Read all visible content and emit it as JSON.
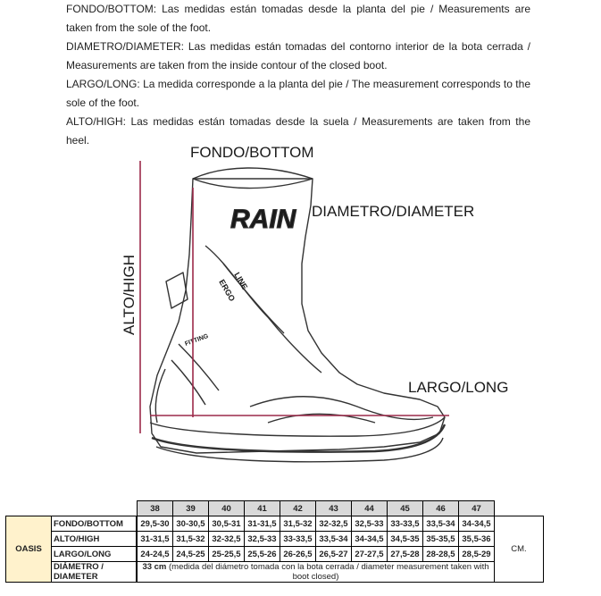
{
  "intro": [
    "FONDO/BOTTOM: Las medidas están tomadas desde la planta del pie / Measurements are taken from the sole of the foot.",
    "DIAMETRO/DIAMETER: Las medidas están tomadas del contorno interior de la bota cerrada / Measurements are taken from the inside contour of the closed boot.",
    "LARGO/LONG: La medida corresponde a la planta del pie / The measurement corresponds to the sole of the foot.",
    "ALTO/HIGH: Las medidas están tomadas desde la suela / Measurements are taken from the heel."
  ],
  "diagram": {
    "bottom_label": "FONDO/BOTTOM",
    "diameter_label": "DIAMETRO/DIAMETER",
    "high_label": "ALTO/HIGH",
    "long_label": "LARGO/LONG",
    "brand_text": "RAIN",
    "ergo_text": "ERGO",
    "line_text": "LINE",
    "fitting_text": "FITTING"
  },
  "table": {
    "sizes": [
      "38",
      "39",
      "40",
      "41",
      "42",
      "43",
      "44",
      "45",
      "46",
      "47"
    ],
    "model": "OASIS",
    "unit": "CM.",
    "rows": [
      {
        "label": "FONDO/BOTTOM",
        "values": [
          "29,5-30",
          "30-30,5",
          "30,5-31",
          "31-31,5",
          "31,5-32",
          "32-32,5",
          "32,5-33",
          "33-33,5",
          "33,5-34",
          "34-34,5"
        ]
      },
      {
        "label": "ALTO/HIGH",
        "values": [
          "31-31,5",
          "31,5-32",
          "32-32,5",
          "32,5-33",
          "33-33,5",
          "33,5-34",
          "34-34,5",
          "34,5-35",
          "35-35,5",
          "35,5-36"
        ]
      },
      {
        "label": "LARGO/LONG",
        "values": [
          "24-24,5",
          "24,5-25",
          "25-25,5",
          "25,5-26",
          "26-26,5",
          "26,5-27",
          "27-27,5",
          "27,5-28",
          "28-28,5",
          "28,5-29"
        ]
      }
    ],
    "diameter_label": "DIÁMETRO / DIAMETER",
    "diameter_value": "33 cm",
    "diameter_note": "(medida del diámetro tomada con la bota cerrada / diameter measurement taken with boot closed)"
  }
}
